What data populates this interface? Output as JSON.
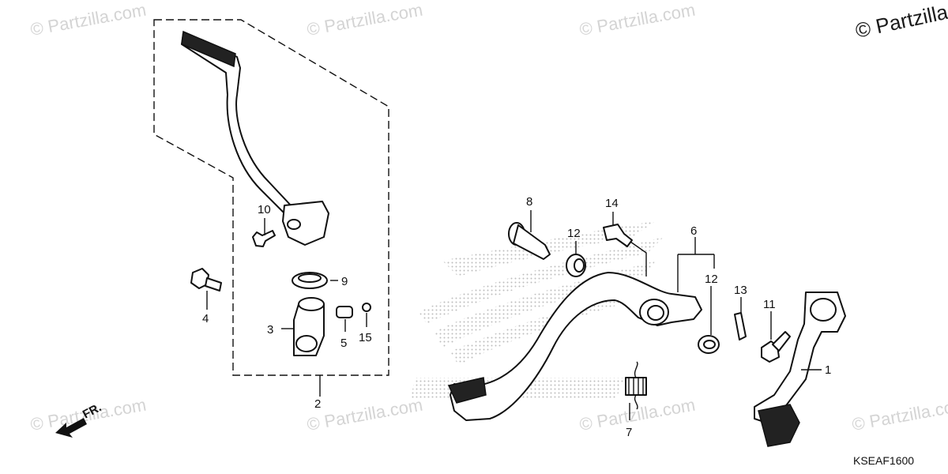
{
  "watermarks": {
    "site_text": "© Partzilla.com",
    "corner_text": "© Partzilla"
  },
  "callouts": [
    "1",
    "2",
    "3",
    "4",
    "5",
    "6",
    "7",
    "8",
    "9",
    "10",
    "11",
    "12",
    "12",
    "13",
    "14",
    "15"
  ],
  "diagram_code": "KSEAF1600",
  "front_arrow_label": "FR.",
  "colors": {
    "line": "#111111",
    "watermark": "#d4d4d4",
    "logo_dots": "#bdbdbd"
  }
}
